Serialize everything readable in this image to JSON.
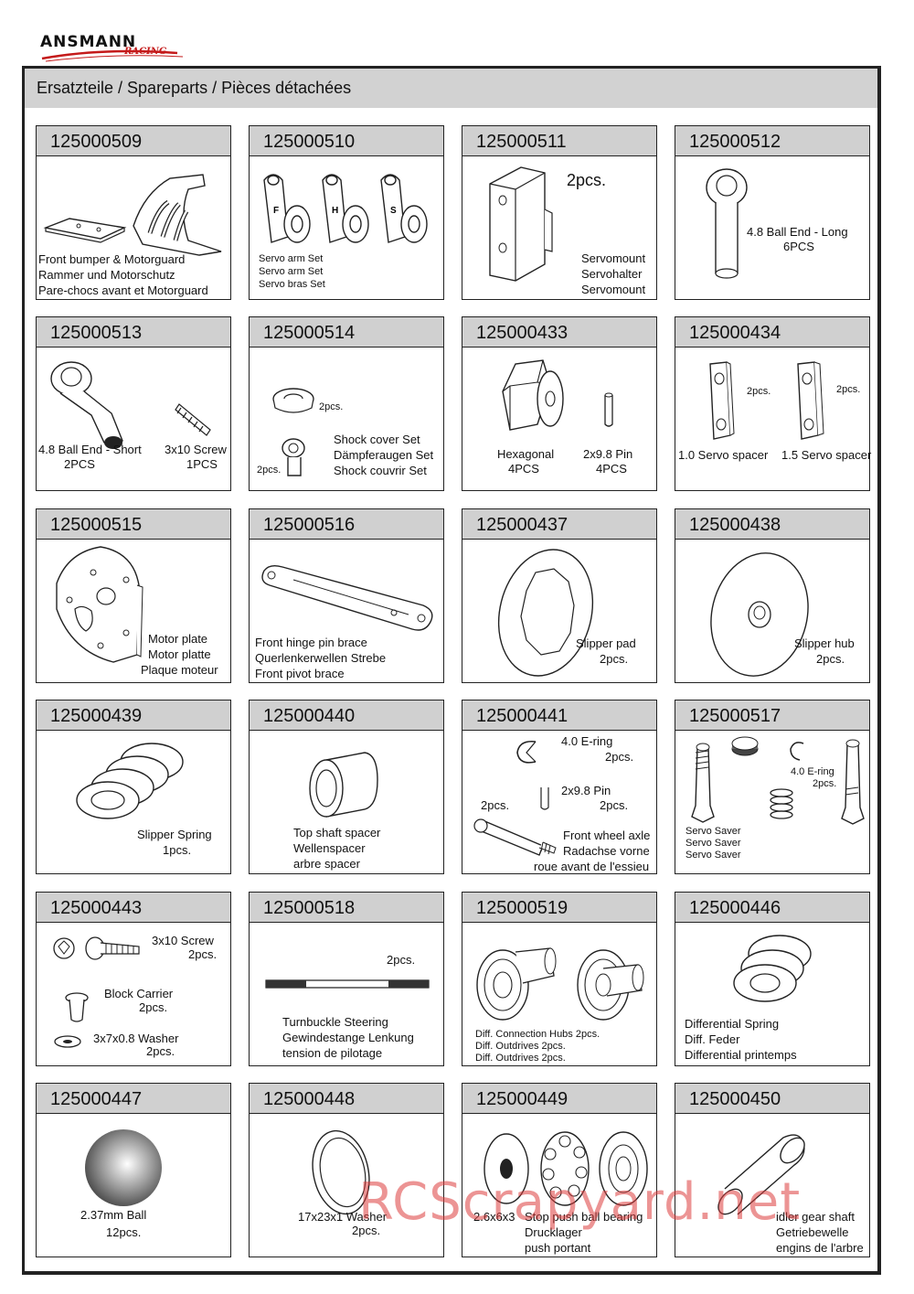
{
  "brand": {
    "logo_text": "ANSMANN",
    "logo_sub": "RACING"
  },
  "header": {
    "title": "Ersatzteile / Spareparts / Pièces détachées"
  },
  "parts": [
    {
      "number": "125000509",
      "labels": [
        "Front bumper & Motorguard",
        "Rammer und Motorschutz",
        "Pare-chocs avant et Motorguard"
      ]
    },
    {
      "number": "125000510",
      "labels": [
        "Servo arm Set",
        "Servo arm Set",
        "Servo bras Set"
      ],
      "glyphs": [
        "F",
        "H",
        "S"
      ]
    },
    {
      "number": "125000511",
      "labels": [
        "2pcs.",
        "Servomount",
        "Servohalter",
        "Servomount"
      ]
    },
    {
      "number": "125000512",
      "labels": [
        "4.8  Ball End - Long",
        "6PCS"
      ]
    },
    {
      "number": "125000513",
      "labels": [
        "4.8  Ball End - Short",
        "2PCS",
        "3x10 Screw",
        "1PCS"
      ]
    },
    {
      "number": "125000514",
      "labels": [
        "2pcs.",
        "2pcs.",
        "Shock cover Set",
        "Dämpferaugen Set",
        "Shock couvrir Set"
      ]
    },
    {
      "number": "125000433",
      "labels": [
        "Hexagonal",
        "4PCS",
        "2x9.8 Pin",
        "4PCS"
      ]
    },
    {
      "number": "125000434",
      "labels": [
        "2pcs.",
        "2pcs.",
        "1.0 Servo spacer",
        "1.5 Servo spacer"
      ]
    },
    {
      "number": "125000515",
      "labels": [
        "Motor plate",
        "Motor platte",
        "Plaque moteur"
      ]
    },
    {
      "number": "125000516",
      "labels": [
        "Front hinge pin brace",
        "Querlenkerwellen Strebe",
        "Front pivot brace"
      ]
    },
    {
      "number": "125000437",
      "labels": [
        "Slipper pad",
        "2pcs."
      ]
    },
    {
      "number": "125000438",
      "labels": [
        "Slipper hub",
        "2pcs."
      ]
    },
    {
      "number": "125000439",
      "labels": [
        "Slipper Spring",
        "1pcs."
      ]
    },
    {
      "number": "125000440",
      "labels": [
        "Top shaft spacer",
        "Wellenspacer",
        "arbre spacer"
      ]
    },
    {
      "number": "125000441",
      "labels": [
        "4.0  E-ring",
        "2pcs.",
        "2x9.8 Pin",
        "2pcs.",
        "2pcs.",
        "Front wheel axle",
        "Radachse vorne",
        "roue avant de l'essieu"
      ]
    },
    {
      "number": "125000517",
      "labels": [
        "4.0  E-ring",
        "2pcs.",
        "Servo Saver",
        "Servo Saver",
        "Servo Saver"
      ]
    },
    {
      "number": "125000443",
      "labels": [
        "3x10 Screw",
        "2pcs.",
        "Block Carrier",
        "2pcs.",
        "3x7x0.8  Washer",
        "2pcs."
      ]
    },
    {
      "number": "125000518",
      "labels": [
        "2pcs.",
        "Turnbuckle Steering",
        "Gewindestange Lenkung",
        "tension de pilotage"
      ]
    },
    {
      "number": "125000519",
      "labels": [
        "Diff. Connection Hubs 2pcs.",
        "Diff. Outdrives 2pcs.",
        "Diff. Outdrives 2pcs."
      ]
    },
    {
      "number": "125000446",
      "labels": [
        "Differential Spring",
        "Diff. Feder",
        "Differential printemps"
      ]
    },
    {
      "number": "125000447",
      "labels": [
        "2.37mm  Ball",
        "12pcs."
      ]
    },
    {
      "number": "125000448",
      "labels": [
        "17x23x1 Washer",
        "2pcs."
      ]
    },
    {
      "number": "125000449",
      "labels": [
        "2.6x6x3",
        "Stop push ball bearing",
        "Drucklager",
        "push portant"
      ]
    },
    {
      "number": "125000450",
      "labels": [
        "idler gear shaft",
        "Getriebewelle",
        "engins de l'arbre"
      ]
    }
  ],
  "watermark": "RCScrapyard.net"
}
